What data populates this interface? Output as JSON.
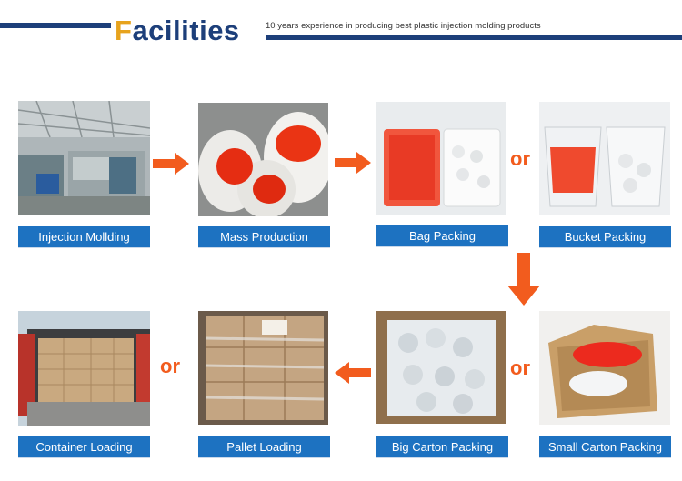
{
  "header": {
    "title_first": "F",
    "title_rest": "acilities",
    "subtitle": "10 years experience in producing  best plastic injection molding products"
  },
  "steps": {
    "injection": "Injection Mollding",
    "mass": "Mass Production",
    "bag": "Bag Packing",
    "bucket": "Bucket Packing",
    "small_carton": "Small Carton Packing",
    "big_carton": "Big Carton Packing",
    "pallet": "Pallet Loading",
    "container": "Container Loading"
  },
  "connectors": {
    "or": "or"
  },
  "colors": {
    "navy": "#1d3f7a",
    "gold": "#e7a31d",
    "label_blue": "#1d72c1",
    "arrow_orange": "#f25c1e"
  }
}
